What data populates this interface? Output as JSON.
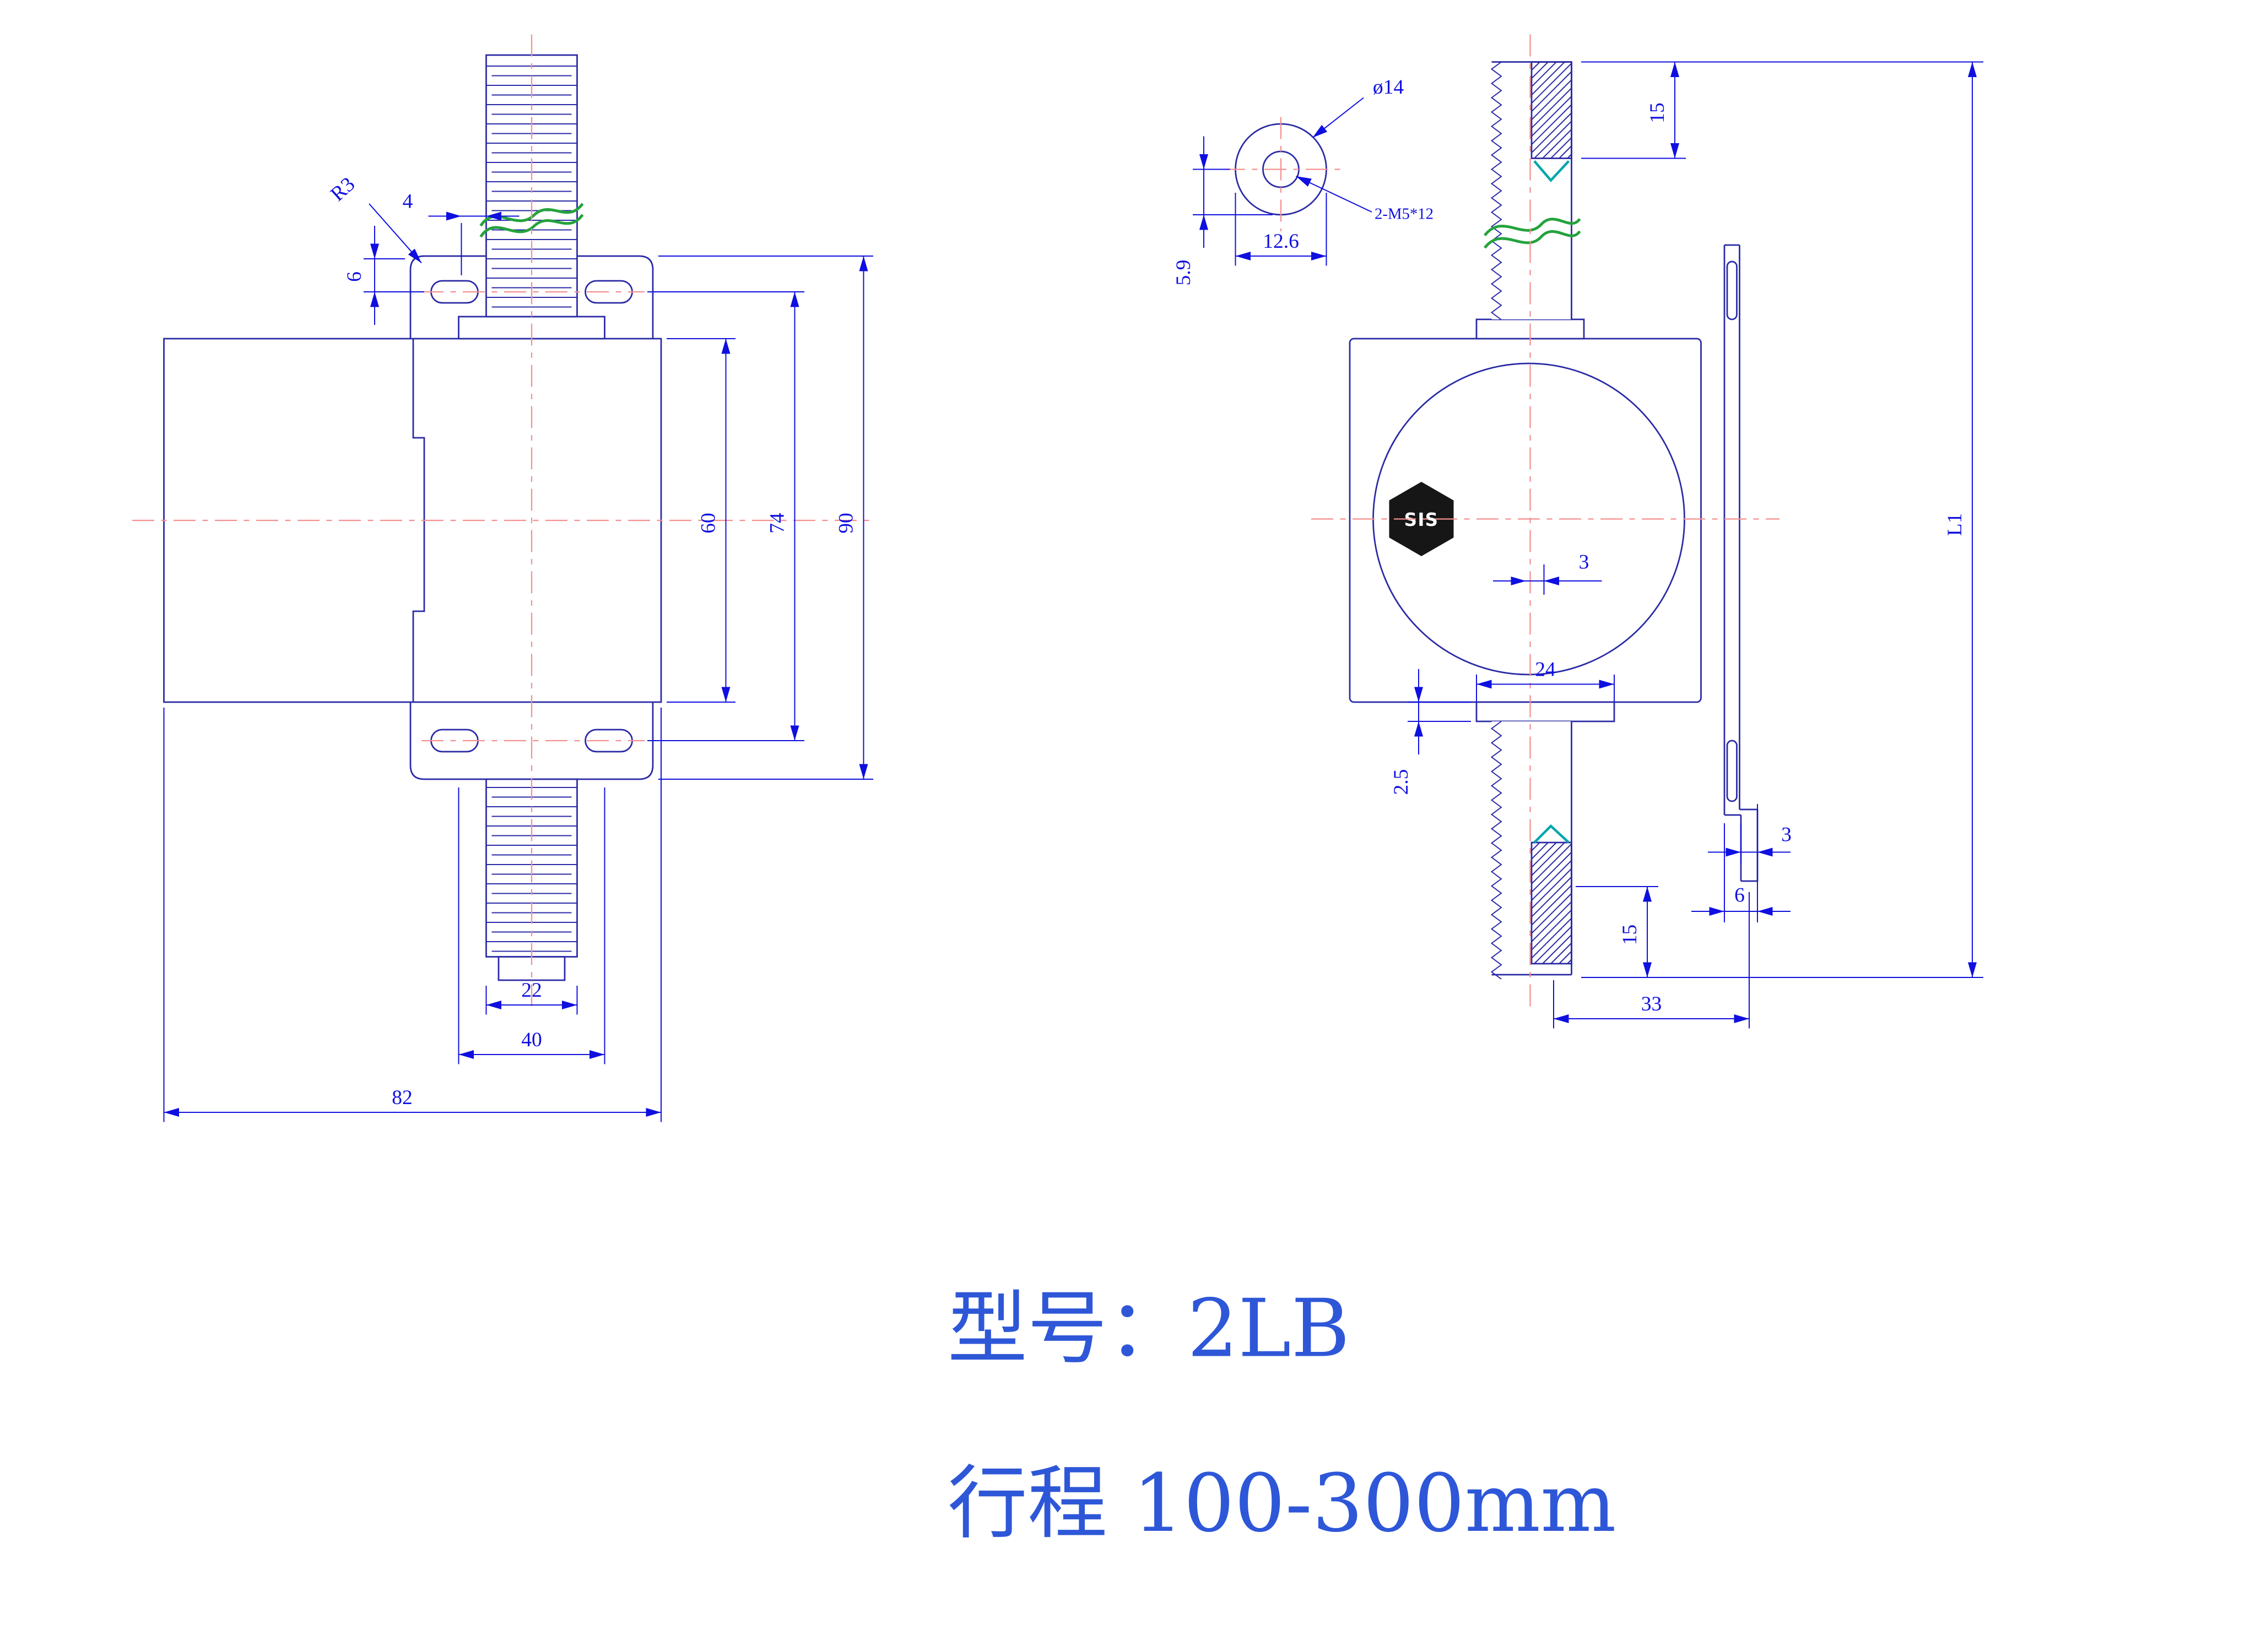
{
  "titles": {
    "model": "型号：2LB",
    "stroke": "行程 100-300mm"
  },
  "front_view": {
    "dims": {
      "r3": "R3",
      "d4": "4",
      "d6": "6",
      "d60": "60",
      "d74": "74",
      "d90": "90",
      "d22": "22",
      "d40": "40",
      "d82": "82"
    }
  },
  "side_view": {
    "logo": "SIS",
    "dims": {
      "dia14": "ø14",
      "d12_6": "12.6",
      "d5_9": "5.9",
      "thread_note": "2-M5*12",
      "d15_top": "15",
      "l1": "L1",
      "d3_mid": "3",
      "d24": "24",
      "d2_5": "2.5",
      "d3_bot": "3",
      "d6_bot": "6",
      "d15_bot": "15",
      "d33": "33"
    }
  }
}
